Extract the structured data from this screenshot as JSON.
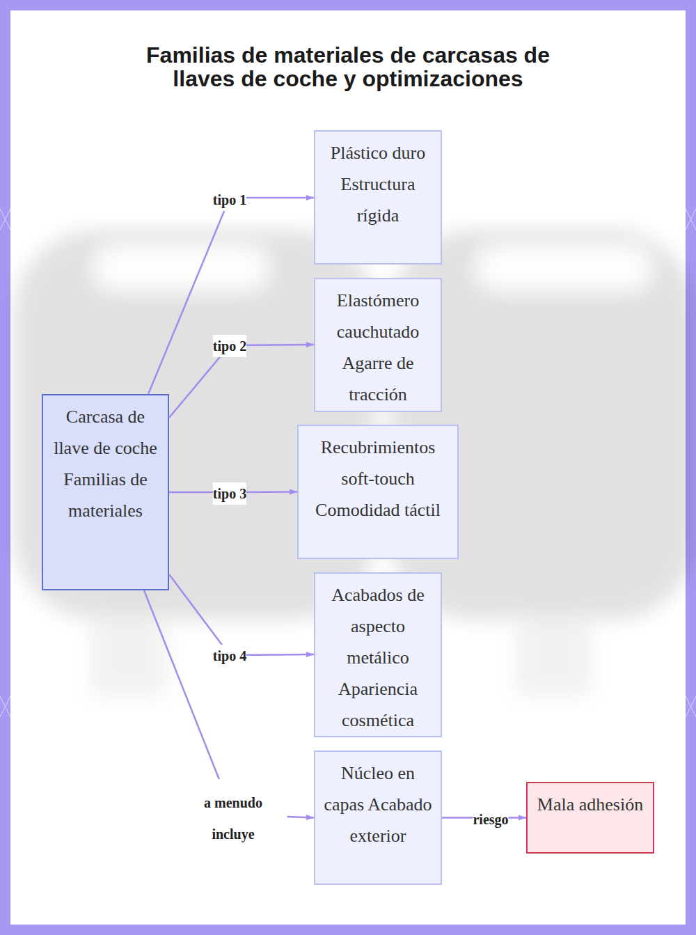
{
  "diagram": {
    "title": "Familias de materiales de carcasas de llaves de coche y optimizaciones",
    "nodes": [
      {
        "text": [
          "Carcasa de llave de coche Familias de materiales"
        ]
      },
      {
        "text": [
          "Plástico duro Estructura rígida"
        ]
      },
      {
        "text": [
          "Elastómero cauchutado Agarre de tracción"
        ]
      },
      {
        "text": [
          "Recubrimientos soft-touch Comodidad táctil"
        ]
      },
      {
        "text": [
          "Acabados de aspecto metálico Apariencia cosmética"
        ]
      },
      {
        "text": [
          "Núcleo en capas Acabado exterior"
        ]
      },
      {
        "text": [
          "Mala adhesión"
        ]
      }
    ],
    "edges": [
      {
        "from": 0,
        "to": 1,
        "label": "tipo 1",
        "arrow": "to"
      },
      {
        "from": 0,
        "to": 2,
        "label": "tipo 2",
        "arrow": "to"
      },
      {
        "from": 0,
        "to": 3,
        "label": "tipo 3",
        "arrow": "to"
      },
      {
        "from": 0,
        "to": 4,
        "label": "tipo 4",
        "arrow": "to"
      },
      {
        "from": 0,
        "to": 5,
        "label": "a menudo incluye",
        "arrow": "to"
      },
      {
        "from": 5,
        "to": 6,
        "label": "riesgo",
        "arrow": "to"
      }
    ]
  }
}
